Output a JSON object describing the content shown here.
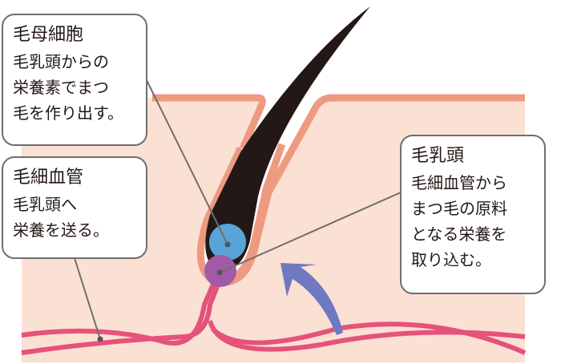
{
  "labels": {
    "hair_matrix": {
      "title": "毛母細胞",
      "lines": [
        "毛乳頭からの",
        "栄養素でまつ",
        "毛を作り出す。"
      ]
    },
    "capillary": {
      "title": "毛細血管",
      "lines": [
        "毛乳頭へ",
        "栄養を送る。"
      ]
    },
    "dermal_papilla": {
      "title": "毛乳頭",
      "lines": [
        "毛細血管から",
        "まつ毛の原料",
        "となる栄養を",
        "取り込む。"
      ]
    }
  },
  "colors": {
    "skin": "#fbe0d4",
    "skin_edge": "#ee9a80",
    "hair": "#231815",
    "matrix": "#5aa3d8",
    "papilla": "#a25aa8",
    "vessel": "#e5527a",
    "arrow": "#6f79c2"
  }
}
